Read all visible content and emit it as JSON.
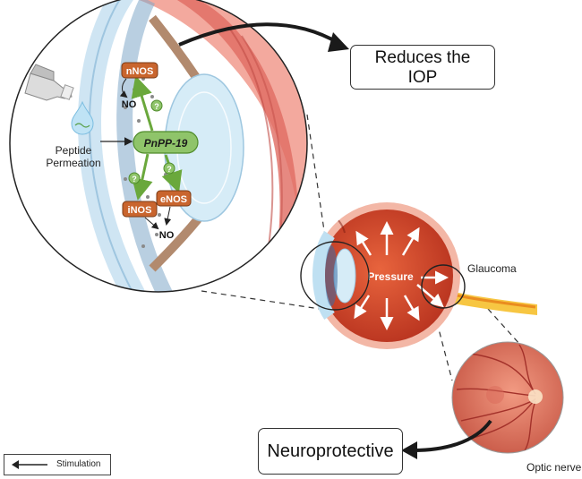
{
  "callouts": {
    "reduces_iop_line1": "Reduces the",
    "reduces_iop_line2": "IOP",
    "neuroprotective": "Neuroprotective"
  },
  "labels": {
    "peptide_line1": "Peptide",
    "peptide_line2": "Permeation",
    "peptide_name": "PnPP-19",
    "nnos": "nNOS",
    "inos": "iNOS",
    "enos": "eNOS",
    "no_top": "NO",
    "no_bottom": "NO",
    "question_mark": "?",
    "pressure": "Pressure",
    "glaucoma": "Glaucoma",
    "optic_nerve": "Optic nerve"
  },
  "legend": {
    "label": "Stimulation"
  },
  "colors": {
    "enzyme_fill": "#c9652e",
    "peptide_fill": "#8fc46a",
    "arrow_green": "#6aa83c",
    "eye_red": "#d9534b",
    "lens": "#d6ecf7",
    "sclera": "#f6b8a8"
  }
}
